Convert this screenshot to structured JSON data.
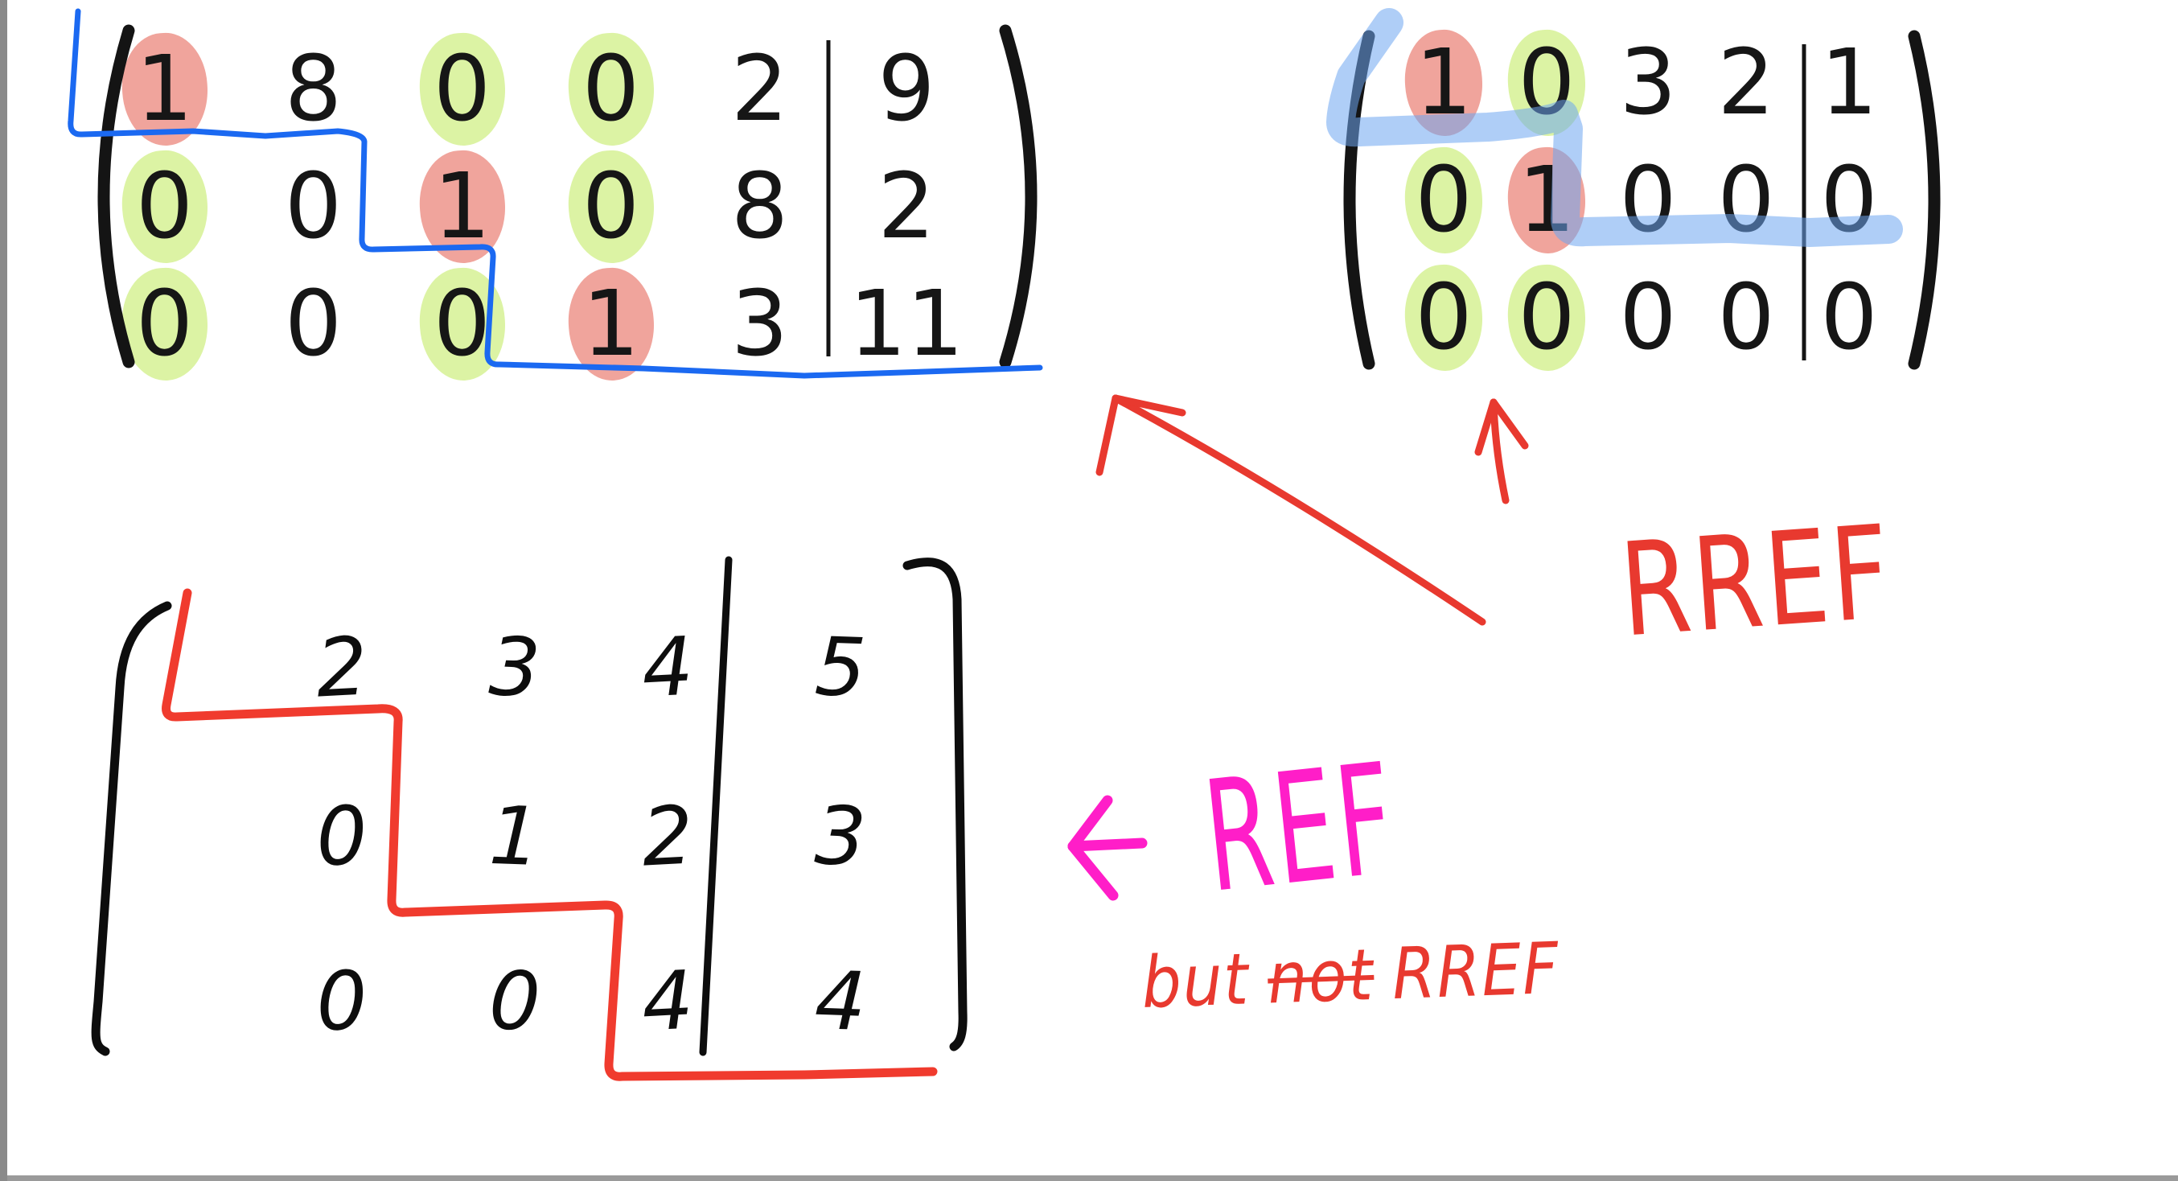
{
  "page": {
    "background": "#ffffff",
    "left_edge_color": "#8a8a8a",
    "bottom_edge_color": "#9a9a9a"
  },
  "colors": {
    "ink_black": "#161616",
    "pen_blue": "#1b69f1",
    "marker_blue": "#6ea5f0",
    "pen_red": "#e8392f",
    "pen_magenta": "#ff1ec8",
    "pivot_highlight_pink": "#f0a49c",
    "zero_highlight_green": "#dcf3a4"
  },
  "matrices": {
    "m1": {
      "description": "augmented matrix in RREF, 3x5 with constants column",
      "rows": [
        {
          "cells": [
            {
              "v": "1",
              "h": "pivot"
            },
            {
              "v": "8",
              "h": "none"
            },
            {
              "v": "0",
              "h": "zero"
            },
            {
              "v": "0",
              "h": "zero"
            },
            {
              "v": "2",
              "h": "none"
            },
            {
              "v": "9",
              "h": "none"
            }
          ]
        },
        {
          "cells": [
            {
              "v": "0",
              "h": "zero"
            },
            {
              "v": "0",
              "h": "none"
            },
            {
              "v": "1",
              "h": "pivot"
            },
            {
              "v": "0",
              "h": "zero"
            },
            {
              "v": "8",
              "h": "none"
            },
            {
              "v": "2",
              "h": "none"
            }
          ]
        },
        {
          "cells": [
            {
              "v": "0",
              "h": "zero"
            },
            {
              "v": "0",
              "h": "none"
            },
            {
              "v": "0",
              "h": "zero"
            },
            {
              "v": "1",
              "h": "pivot"
            },
            {
              "v": "3",
              "h": "none"
            },
            {
              "v": "11",
              "h": "none"
            }
          ]
        }
      ]
    },
    "m2": {
      "description": "augmented matrix in RREF, 3x4 with constants column",
      "rows": [
        {
          "cells": [
            {
              "v": "1",
              "h": "pivot"
            },
            {
              "v": "0",
              "h": "zero"
            },
            {
              "v": "3",
              "h": "none"
            },
            {
              "v": "2",
              "h": "none"
            },
            {
              "v": "1",
              "h": "none"
            }
          ]
        },
        {
          "cells": [
            {
              "v": "0",
              "h": "zero"
            },
            {
              "v": "1",
              "h": "pivot"
            },
            {
              "v": "0",
              "h": "none"
            },
            {
              "v": "0",
              "h": "none"
            },
            {
              "v": "0",
              "h": "none"
            }
          ]
        },
        {
          "cells": [
            {
              "v": "0",
              "h": "zero"
            },
            {
              "v": "0",
              "h": "zero"
            },
            {
              "v": "0",
              "h": "none"
            },
            {
              "v": "0",
              "h": "none"
            },
            {
              "v": "0",
              "h": "none"
            }
          ]
        }
      ]
    },
    "m3": {
      "description": "handwritten augmented matrix in REF but not RREF, 3x3 with constants column",
      "rows": [
        {
          "cells": [
            {
              "v": "2",
              "h": "none"
            },
            {
              "v": "3",
              "h": "none"
            },
            {
              "v": "4",
              "h": "none"
            },
            {
              "v": "5",
              "h": "none"
            }
          ]
        },
        {
          "cells": [
            {
              "v": "0",
              "h": "none"
            },
            {
              "v": "1",
              "h": "none"
            },
            {
              "v": "2",
              "h": "none"
            },
            {
              "v": "3",
              "h": "none"
            }
          ]
        },
        {
          "cells": [
            {
              "v": "0",
              "h": "none"
            },
            {
              "v": "0",
              "h": "none"
            },
            {
              "v": "4",
              "h": "none"
            },
            {
              "v": "4",
              "h": "none"
            }
          ]
        }
      ]
    }
  },
  "labels": {
    "rref": "RREF",
    "ref": "REF",
    "but_not_before": "but",
    "but_not_struck": "not",
    "but_not_after": "RREF"
  }
}
